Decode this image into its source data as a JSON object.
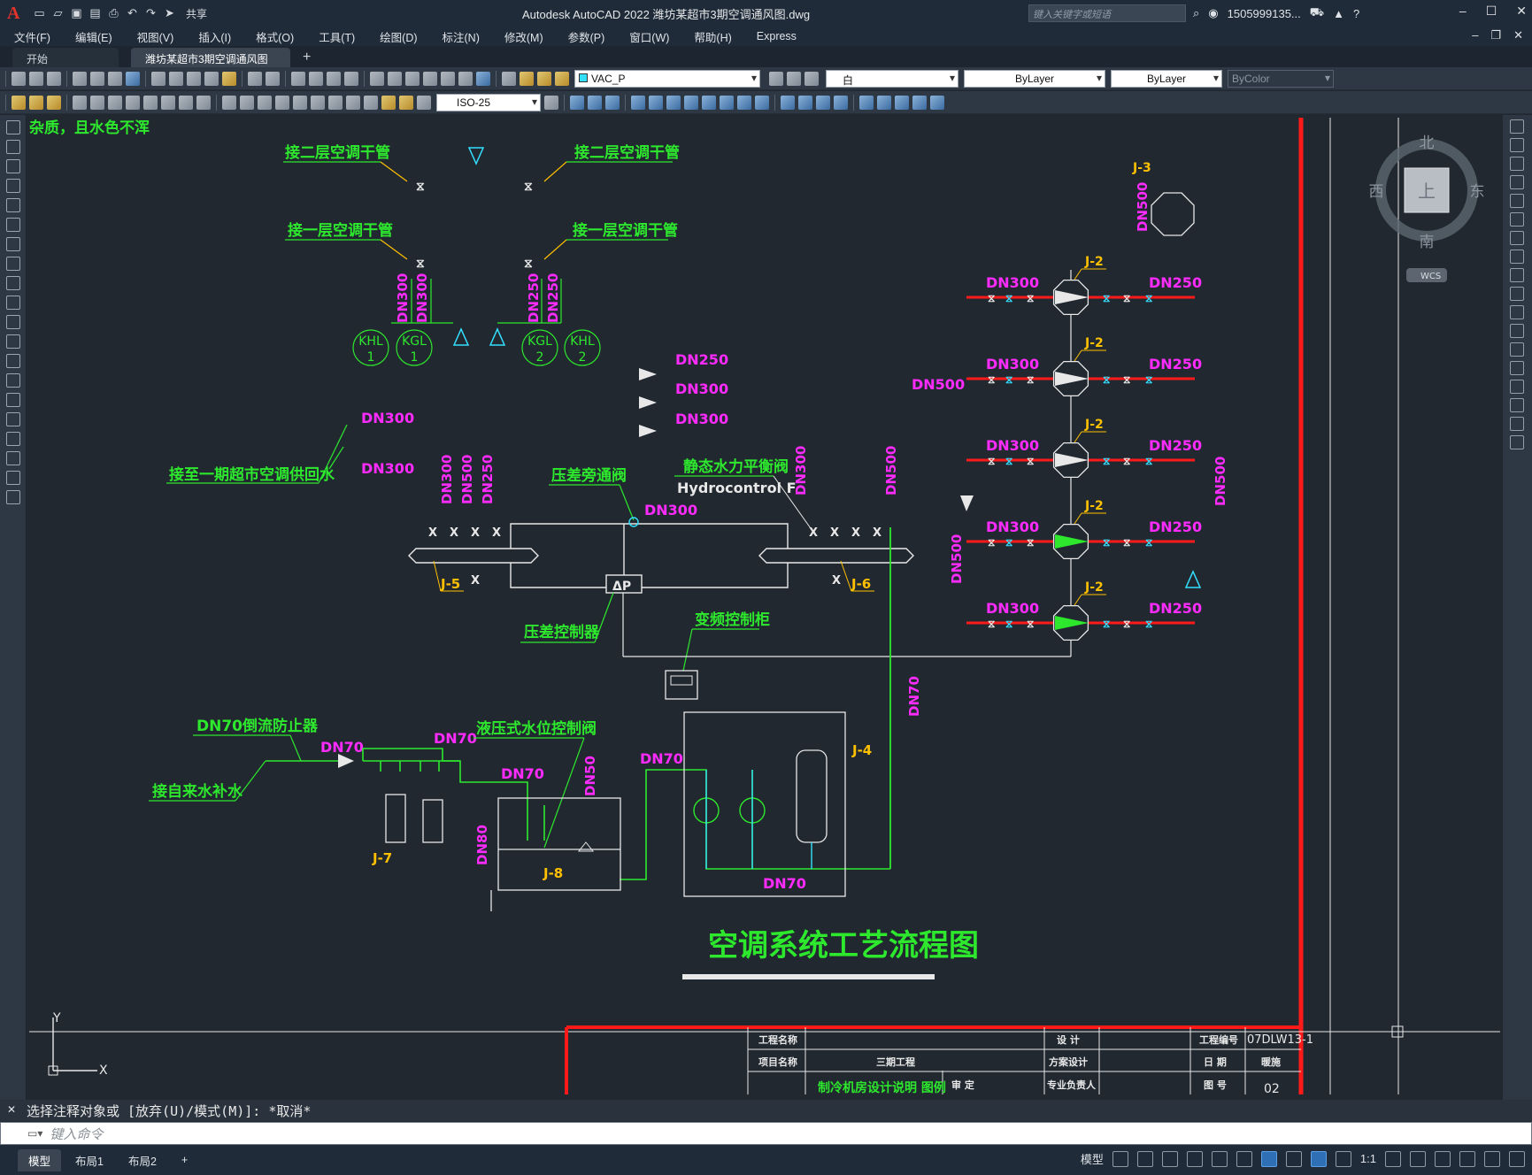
{
  "app": {
    "title": "Autodesk AutoCAD 2022    潍坊某超市3期空调通风图.dwg",
    "search_placeholder": "键入关键字或短语",
    "user": "1505999135...",
    "share_label": "共享"
  },
  "menu": [
    "文件(F)",
    "编辑(E)",
    "视图(V)",
    "插入(I)",
    "格式(O)",
    "工具(T)",
    "绘图(D)",
    "标注(N)",
    "修改(M)",
    "参数(P)",
    "窗口(W)",
    "帮助(H)",
    "Express"
  ],
  "tabs": [
    {
      "label": "开始",
      "active": false
    },
    {
      "label": "潍坊某超市3期空调通风图*",
      "active": true
    }
  ],
  "toolbar": {
    "layer": "VAC_P",
    "color": "白",
    "linetype": "ByLayer",
    "lineweight": "ByLayer",
    "plotstyle": "ByColor",
    "dimstyle": "ISO-25"
  },
  "viewcube": {
    "north": "北",
    "south": "南",
    "east": "东",
    "west": "西",
    "top": "上",
    "wcs": "WCS"
  },
  "drawing": {
    "top_note": "杂质，且水色不浑",
    "title": "空调系统工艺流程图",
    "labels": {
      "l2_left": "接二层空调干管",
      "l2_right": "接二层空调干管",
      "l1_left": "接一层空调干管",
      "l1_right": "接一层空调干管",
      "return": "接至一期超市空调供回水",
      "bypass": "压差旁通阀",
      "balance": "静态水力平衡阀",
      "hydro": "Hydrocontrol F",
      "dp_ctrl": "压差控制器",
      "vfd": "变频控制柜",
      "backflow": "DN70倒流防止器",
      "tapwater": "接自来水补水",
      "level_valve": "液压式水位控制阀",
      "dp": "ΔP"
    },
    "equip": {
      "khl1": "KHL",
      "kgl1": "KGL",
      "kgl2": "KGL",
      "khl2": "KHL",
      "n1": "1",
      "n2": "2",
      "j2": "J-2",
      "j3": "J-3",
      "j4": "J-4",
      "j5": "J-5",
      "j6": "J-6",
      "j7": "J-7",
      "j8": "J-8"
    },
    "dn": {
      "dn250": "DN250",
      "dn300": "DN300",
      "dn500": "DN500",
      "dn70": "DN70",
      "dn50": "DN50",
      "dn80": "DN80"
    }
  },
  "titleblock": {
    "project_name_label": "工程名称",
    "item_name_label": "项目名称",
    "item_name_value": "三期工程",
    "drawing_name_value": "制冷机房设计说明 图例",
    "review": "审  定",
    "design": "设  计",
    "scheme": "方案设计",
    "resp": "专业负责人",
    "proj_no_label": "工程编号",
    "proj_no_value": "07DLW13-1",
    "date_label": "日  期",
    "stage_label": "图  号",
    "stage_value": "暖施",
    "sheet_value": "02"
  },
  "command": {
    "history": "选择注释对象或 [放弃(U)/模式(M)]: *取消*",
    "placeholder": "键入命令"
  },
  "status": {
    "tabs": [
      "模型",
      "布局1",
      "布局2"
    ],
    "model_label": "模型",
    "scale": "1:1"
  },
  "colors": {
    "green": "#2de82d",
    "magenta": "#ff2bff",
    "yellow": "#ffc000",
    "red": "#ff1a1a",
    "cyan": "#33e0ff",
    "white": "#e8e8e8"
  }
}
